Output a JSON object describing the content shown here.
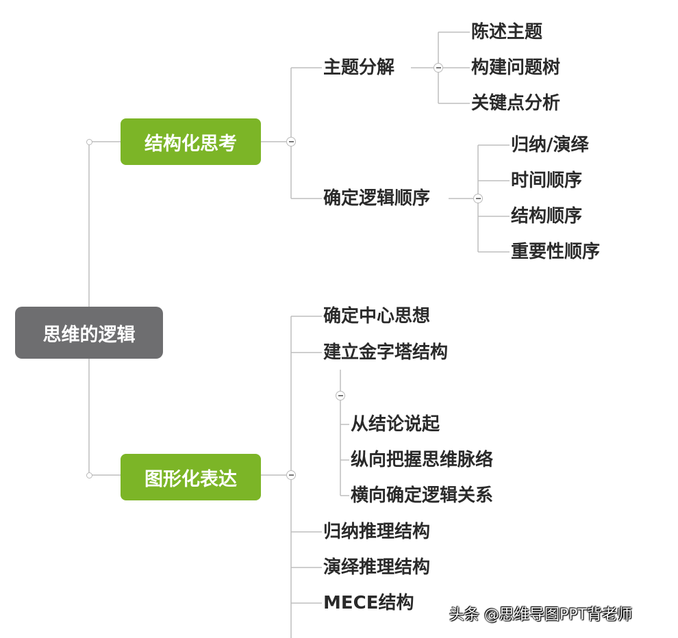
{
  "root": {
    "label": "思维的逻辑"
  },
  "branches": [
    {
      "label": "结构化思考",
      "children": [
        {
          "label": "主题分解",
          "children": [
            "陈述主题",
            "构建问题树",
            "关键点分析"
          ]
        },
        {
          "label": "确定逻辑顺序",
          "children": [
            "归纳/演绎",
            "时间顺序",
            "结构顺序",
            "重要性顺序"
          ]
        }
      ]
    },
    {
      "label": "图形化表达",
      "children": [
        {
          "label": "确定中心思想"
        },
        {
          "label": "建立金字塔结构",
          "children": [
            "从结论说起",
            "纵向把握思维脉络",
            "横向确定逻辑关系"
          ]
        },
        {
          "label": "归纳推理结构"
        },
        {
          "label": "演绎推理结构"
        },
        {
          "label": "MECE结构"
        }
      ]
    }
  ],
  "watermark": "头条 @思维导图PPT背老师",
  "colors": {
    "root": "#6e6e70",
    "branch": "#7cb527",
    "connector": "#bdbdbd",
    "text": "#2a2a2a"
  }
}
